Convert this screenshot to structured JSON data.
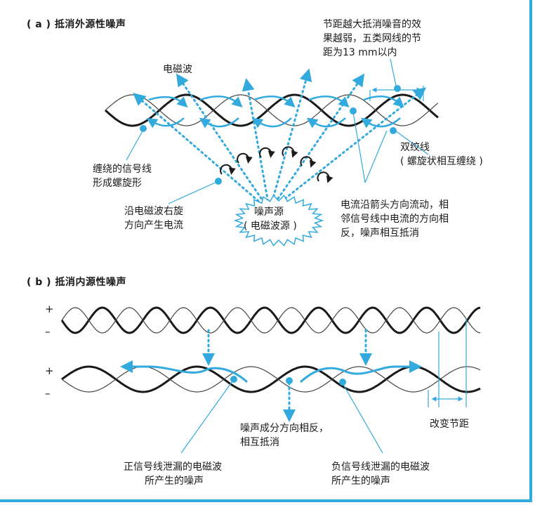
{
  "section_a": {
    "title": "( a ) 抵消外源性噪声",
    "label_em_wave": "电磁波",
    "label_pitch": [
      "节距越大抵消噪音的效",
      "果越弱，五类网线的节",
      "距为13 mm以内"
    ],
    "label_twisted": [
      "双绞线",
      "( 螺旋状相互缠绕 )"
    ],
    "label_spiral": [
      "缠绕的信号线",
      "形成螺旋形"
    ],
    "label_current_dir": [
      "沿电磁波右旋",
      "方向产生电流"
    ],
    "label_noise_source": [
      "噪声源",
      "( 电磁波源 )"
    ],
    "label_cancel": [
      "电流沿箭头方向流动，相",
      "邻信号线中电流的方向相",
      "反，噪声相互抵消"
    ]
  },
  "section_b": {
    "title": "( b ) 抵消内源性噪声",
    "plus": "+",
    "minus": "–",
    "label_change_pitch": "改变节距",
    "label_opposite": [
      "噪声成分方向相反，",
      "相互抵消"
    ],
    "label_positive": [
      "正信号线泄漏的电磁波",
      "所产生的噪声"
    ],
    "label_negative": [
      "负信号线泄漏的电磁波",
      "所产生的噪声"
    ]
  },
  "colors": {
    "accent": "#33aadd",
    "line": "#1a1a1a",
    "thin": "#444444"
  }
}
